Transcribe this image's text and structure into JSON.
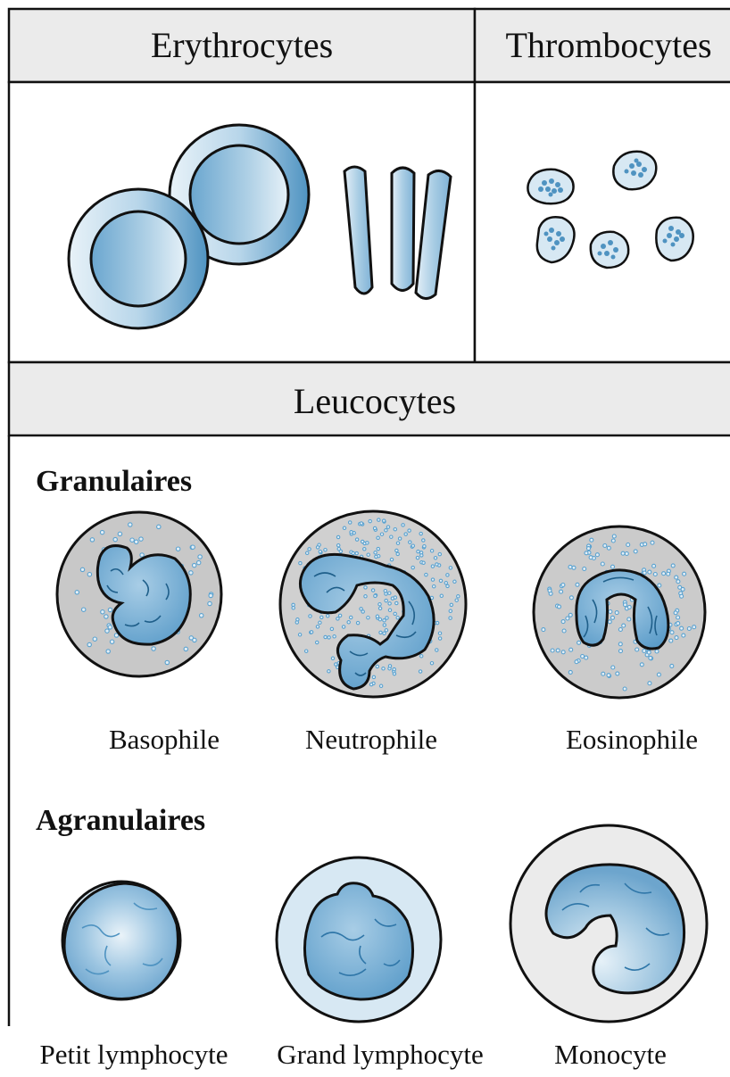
{
  "headers": {
    "erythrocytes": "Erythrocytes",
    "thrombocytes": "Thrombocytes",
    "leucocytes": "Leucocytes"
  },
  "sections": {
    "granulaires": "Granulaires",
    "agranulaires": "Agranulaires"
  },
  "labels": {
    "basophile": "Basophile",
    "neutrophile": "Neutrophile",
    "eosinophile": "Eosinophile",
    "petit_lymphocyte": "Petit lymphocyte",
    "grand_lymphocyte": "Grand lymphocyte",
    "monocyte": "Monocyte"
  },
  "colors": {
    "header_fill": "#ebebeb",
    "cell_blue_light": "#d7e8f3",
    "cell_blue_mid": "#9ec6df",
    "cell_blue_dark": "#4f93c1",
    "cytoplasm_grey": "#c8c8c8",
    "granule_blue": "#5aa2d0",
    "outline": "#111111"
  }
}
